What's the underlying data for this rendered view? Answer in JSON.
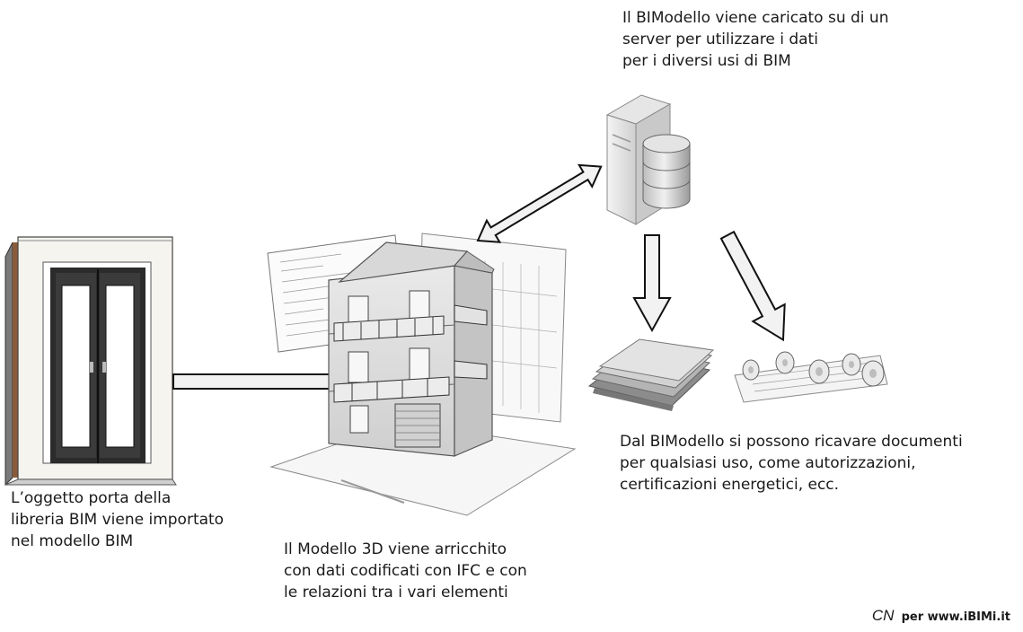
{
  "server_caption": [
    "Il BIModello viene caricato su di un",
    "server per utilizzare i dati",
    "per i diversi usi di BIM"
  ],
  "door_caption": [
    "L’oggetto porta della",
    "libreria BIM viene importato",
    "nel modello BIM"
  ],
  "model_caption": [
    "Il Modello 3D viene arricchito",
    "con dati codificati con IFC  e con",
    "le relazioni tra i vari elementi"
  ],
  "documents_caption": [
    "Dal BIModello si possono ricavare documenti",
    "per qualsiasi uso, come autorizzazioni,",
    "certificazioni energetici, ecc."
  ],
  "credit": {
    "initials": "CN",
    "site": "per www.iBIMi.it"
  },
  "icons": {
    "door": "door-icon",
    "building": "building-model-icon",
    "server": "server-icon",
    "database": "database-icon",
    "papers": "document-stack-icon",
    "drawings": "rolled-drawings-icon"
  }
}
